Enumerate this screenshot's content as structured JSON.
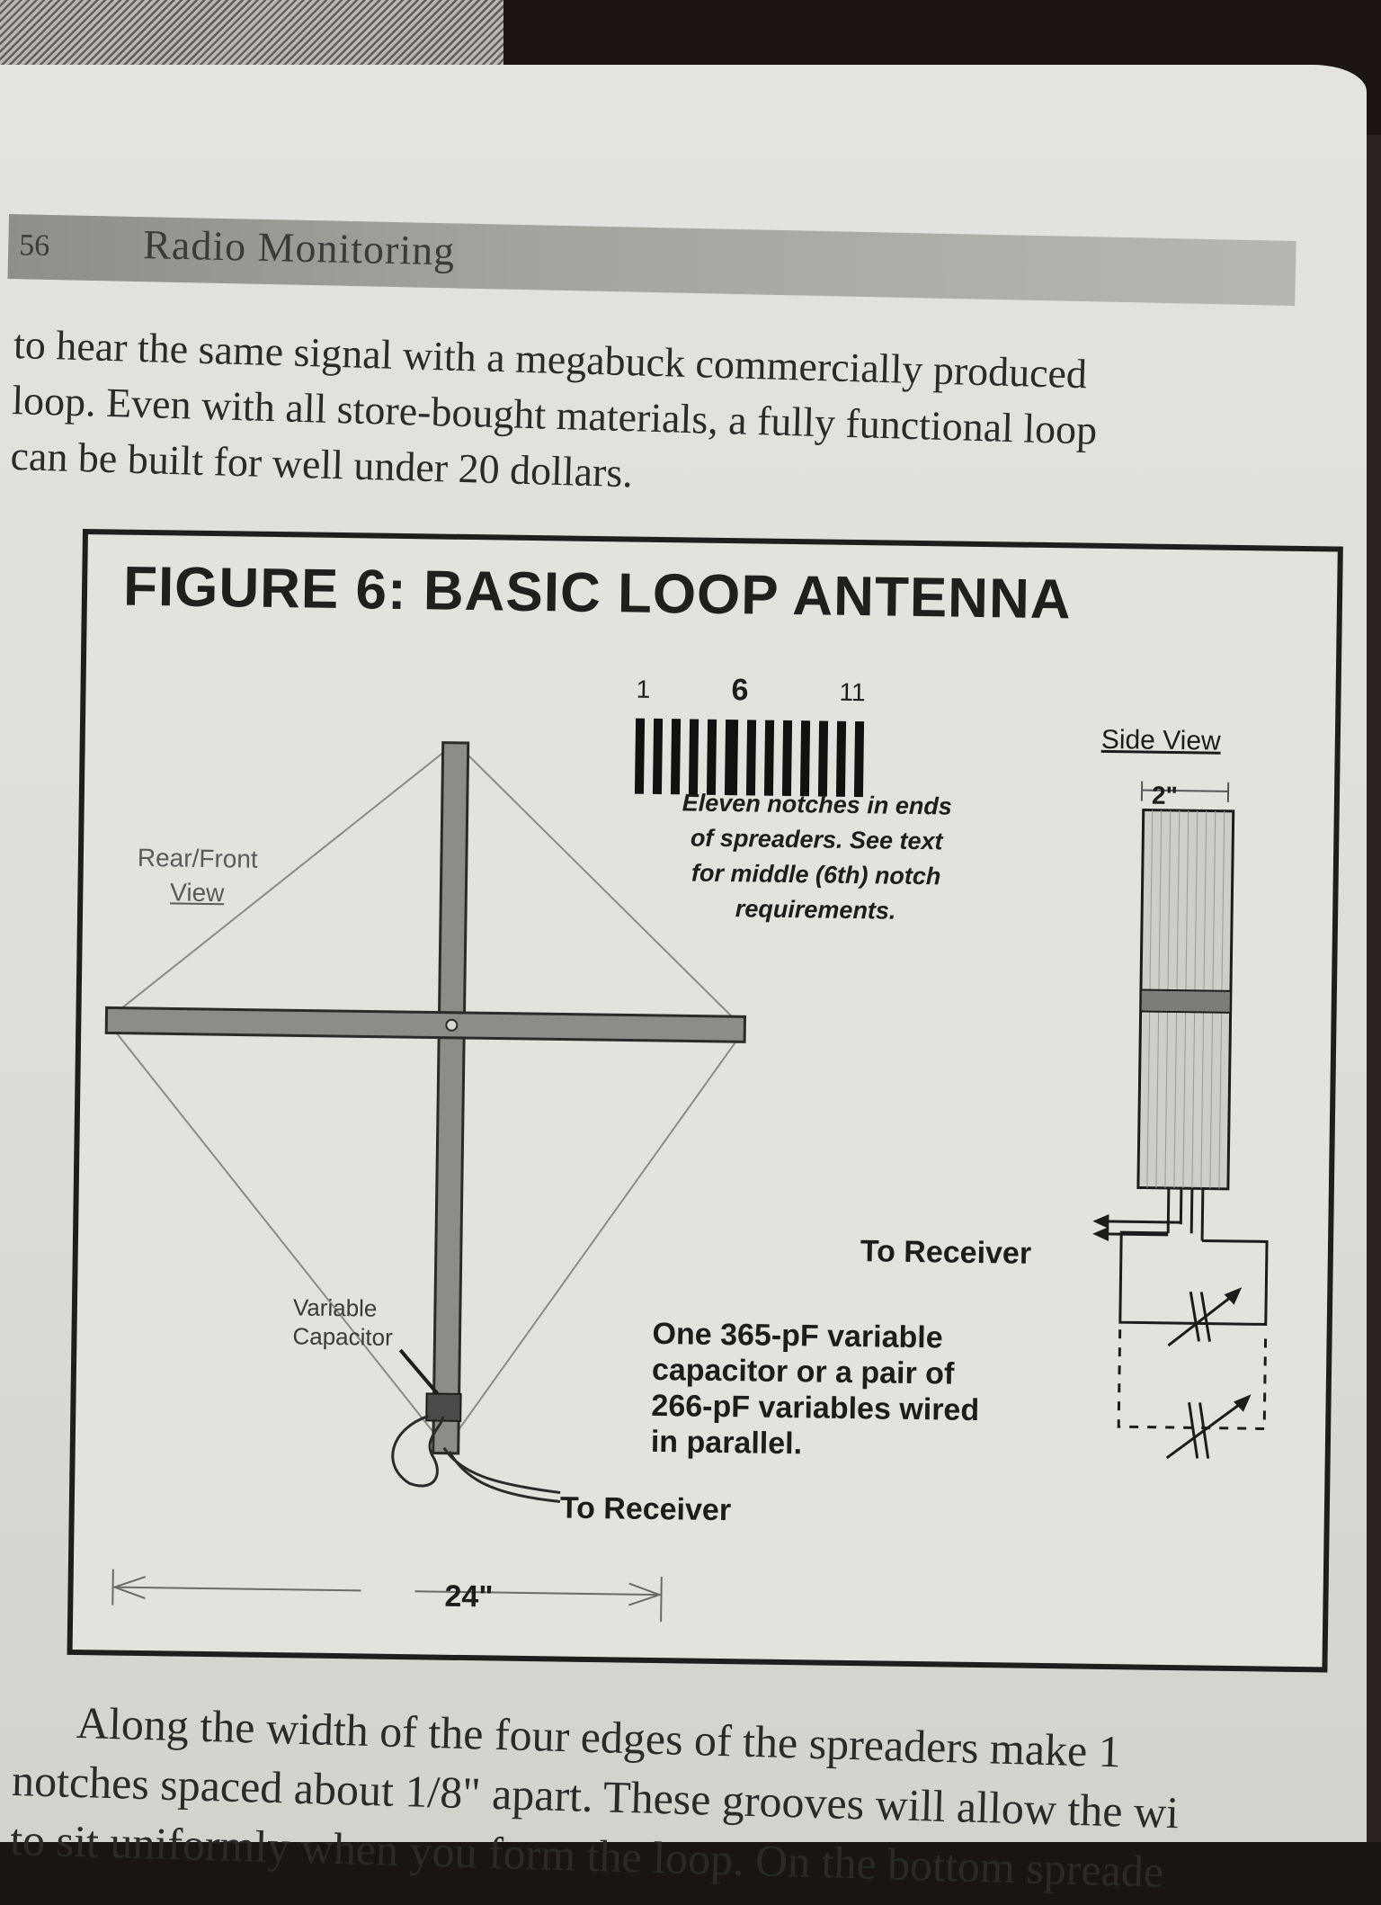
{
  "header": {
    "page_number": "56",
    "running_head": "Radio Monitoring"
  },
  "paragraph_top": [
    "to hear the same signal with a megabuck commercially produced",
    "loop. Even with all store-bought materials, a fully functional loop",
    "can be built for well under 20 dollars."
  ],
  "figure": {
    "title": "FIGURE 6:  BASIC LOOP ANTENNA",
    "notch_numbers": {
      "first": "1",
      "middle": "6",
      "last": "11"
    },
    "notch_caption": [
      "Eleven notches in ends",
      "of spreaders. See text",
      "for middle (6th) notch",
      "requirements."
    ],
    "side_view_label": "Side View",
    "side_width_label": "2\"",
    "rear_front_label": [
      "Rear/Front",
      "View"
    ],
    "to_receiver_side": "To Receiver",
    "to_receiver_front": "To Receiver",
    "variable_capacitor_label": [
      "Variable",
      "Capacitor"
    ],
    "capacitor_note": [
      "One 365-pF variable",
      "capacitor or a pair of",
      "266-pF variables wired",
      "in parallel."
    ],
    "width_dimension": "24\""
  },
  "paragraph_bottom": [
    "Along the width of the four edges of the spreaders make 1",
    "notches spaced about 1/8\" apart. These grooves will allow the wi",
    "to sit uniformly when you form the loop. On the bottom spreade"
  ]
}
